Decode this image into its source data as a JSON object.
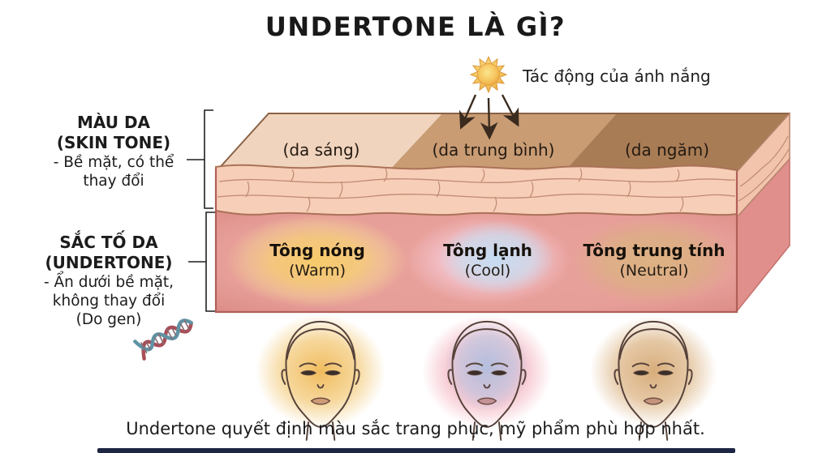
{
  "title": "UNDERTONE LÀ GÌ?",
  "sun": {
    "label": "Tác động của ánh nắng"
  },
  "left_labels": {
    "skin_tone": {
      "line1": "MÀU DA",
      "line2": "(SKIN TONE)",
      "line3": "- Bề mặt, có thể",
      "line4": "thay đổi"
    },
    "undertone": {
      "line1": "SẮC TỐ DA",
      "line2": "(UNDERTONE)",
      "line3": "- Ẩn dưới bề mặt,",
      "line4": "không thay đổi",
      "line5": "(Do gen)"
    }
  },
  "skin_block": {
    "surface_sections": [
      {
        "label": "(da sáng)",
        "color": "#f0d4be"
      },
      {
        "label": "(da trung bình)",
        "color": "#c99c74"
      },
      {
        "label": "(da ngăm)",
        "color": "#a87c55"
      }
    ],
    "undertones": [
      {
        "name": "Tông nóng",
        "en": "(Warm)",
        "color": "#f8cf6a"
      },
      {
        "name": "Tông lạnh",
        "en": "(Cool)",
        "color": "#c5dcf2"
      },
      {
        "name": "Tông trung tính",
        "en": "(Neutral)",
        "color": "#deb584"
      }
    ]
  },
  "caption": "Undertone quyết định màu sắc trang phục, mỹ phẩm phù hợp nhất.",
  "colors": {
    "footer_bar": "#1d2642",
    "epidermis": "#f7ceb7",
    "dermis": "#e9a29c",
    "sun": "#f2b54d"
  }
}
